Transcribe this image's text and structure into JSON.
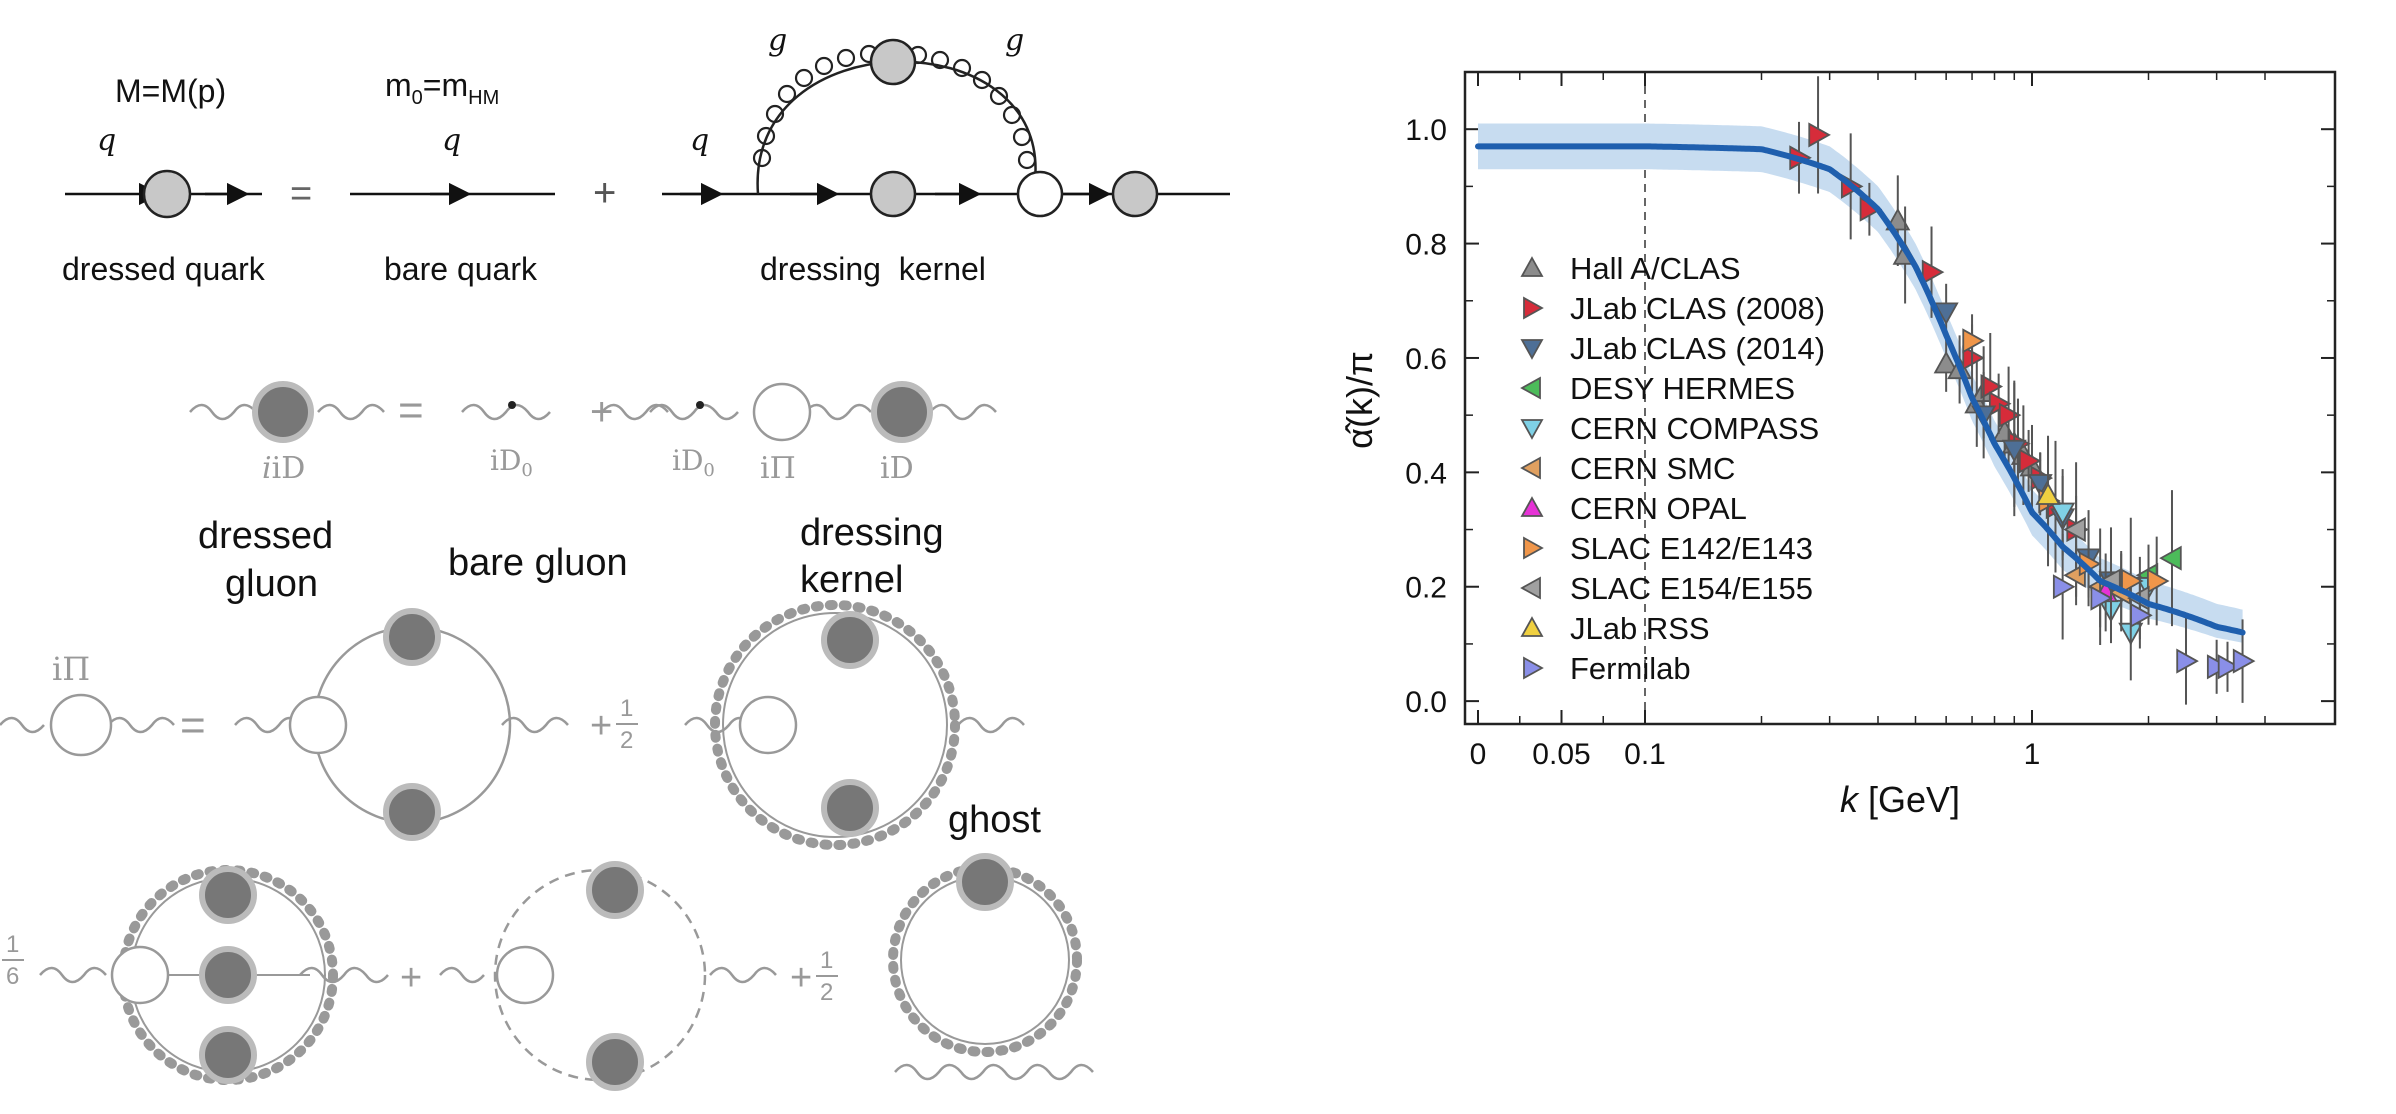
{
  "quark_eq": {
    "mass_left": "M=M(p)",
    "mass_mid_base": "m",
    "mass_mid_sub0": "0",
    "mass_mid_eq": "=m",
    "mass_mid_subHM": "HM",
    "momentum": "q",
    "gluon_label": "g",
    "equals": "=",
    "plus": "+",
    "dressed_label": "dressed quark",
    "bare_label": "bare quark",
    "kernel_label": "dressing  kernel"
  },
  "gluon_eq": {
    "sym_iD": "iD",
    "sym_iD0": "iD",
    "sub0": "0",
    "sym_iPi": "iΠ",
    "equals": "=",
    "plus": "+",
    "dressed_l1": "dressed",
    "dressed_l2": "gluon",
    "bare": "bare gluon",
    "kernel_l1": "dressing",
    "kernel_l2": "kernel"
  },
  "selfenergy_eq": {
    "sym_iPi": "iΠ",
    "equals": "=",
    "plus_half": "+",
    "half_num": "1",
    "half_den": "2",
    "ghost": "ghost",
    "sixth_num": "1",
    "sixth_den": "6",
    "plus": "+",
    "plus_half2": "+",
    "half2_num": "1",
    "half2_den": "2"
  },
  "chart_data": {
    "type": "scatter",
    "ylabel": "α̂(k)/π",
    "xlabel_k": "k",
    "xlabel_unit": "[GeV]",
    "x_ticks": [
      "0",
      "0.05",
      "0.1",
      "1"
    ],
    "y_ticks": [
      "0.0",
      "0.2",
      "0.4",
      "0.6",
      "0.8",
      "1.0"
    ],
    "ylim": [
      -0.04,
      1.1
    ],
    "legend_position": "left",
    "colors": {
      "curve": "#1f5fae",
      "band": "#c7dcf0"
    },
    "curve": {
      "x": [
        0,
        0.05,
        0.1,
        0.2,
        0.3,
        0.4,
        0.5,
        0.6,
        0.7,
        0.8,
        0.9,
        1.0,
        1.2,
        1.5,
        2.0,
        2.5,
        3.0,
        3.5
      ],
      "y": [
        0.97,
        0.97,
        0.97,
        0.965,
        0.93,
        0.86,
        0.76,
        0.64,
        0.53,
        0.45,
        0.39,
        0.33,
        0.27,
        0.21,
        0.17,
        0.15,
        0.13,
        0.12
      ]
    },
    "band_halfwidth": 0.04,
    "series": [
      {
        "name": "Hall A/CLAS",
        "marker": "tri-up",
        "color": "#8c8c8c",
        "points": [
          [
            0.45,
            0.84
          ],
          [
            0.47,
            0.78
          ],
          [
            0.6,
            0.59
          ],
          [
            0.65,
            0.58
          ],
          [
            0.72,
            0.52
          ],
          [
            0.75,
            0.54
          ],
          [
            0.85,
            0.47
          ],
          [
            0.9,
            0.45
          ],
          [
            0.95,
            0.43
          ],
          [
            1.0,
            0.41
          ]
        ]
      },
      {
        "name": "JLab CLAS (2008)",
        "marker": "tri-right",
        "color": "#d62c3a",
        "points": [
          [
            0.25,
            0.95
          ],
          [
            0.28,
            0.99
          ],
          [
            0.34,
            0.9
          ],
          [
            0.38,
            0.86
          ],
          [
            0.55,
            0.75
          ],
          [
            0.7,
            0.6
          ],
          [
            0.78,
            0.55
          ],
          [
            0.82,
            0.52
          ],
          [
            0.87,
            0.5
          ],
          [
            0.92,
            0.45
          ],
          [
            0.98,
            0.42
          ],
          [
            1.05,
            0.39
          ],
          [
            1.15,
            0.34
          ],
          [
            1.3,
            0.3
          ]
        ]
      },
      {
        "name": "JLab CLAS (2014)",
        "marker": "tri-down",
        "color": "#4e6f96",
        "points": [
          [
            0.6,
            0.68
          ],
          [
            0.75,
            0.5
          ],
          [
            0.9,
            0.44
          ],
          [
            1.05,
            0.38
          ],
          [
            1.2,
            0.32
          ],
          [
            1.4,
            0.25
          ],
          [
            1.6,
            0.21
          ]
        ]
      },
      {
        "name": "DESY HERMES",
        "marker": "tri-left",
        "color": "#4cbb5a",
        "points": [
          [
            1.7,
            0.2
          ],
          [
            2.0,
            0.22
          ],
          [
            2.3,
            0.25
          ]
        ]
      },
      {
        "name": "CERN COMPASS",
        "marker": "tri-down",
        "color": "#7fd1e6",
        "points": [
          [
            1.2,
            0.33
          ],
          [
            1.6,
            0.16
          ],
          [
            1.8,
            0.12
          ],
          [
            2.0,
            0.2
          ]
        ]
      },
      {
        "name": "CERN SMC",
        "marker": "tri-left",
        "color": "#e0a060",
        "points": [
          [
            1.3,
            0.22
          ],
          [
            1.5,
            0.2
          ],
          [
            1.7,
            0.19
          ]
        ]
      },
      {
        "name": "CERN OPAL",
        "marker": "tri-up",
        "color": "#e632d6",
        "points": [
          [
            1.55,
            0.19
          ]
        ]
      },
      {
        "name": "SLAC E142/E143",
        "marker": "tri-right",
        "color": "#f0964a",
        "points": [
          [
            0.7,
            0.63
          ],
          [
            1.1,
            0.35
          ],
          [
            1.4,
            0.24
          ],
          [
            1.8,
            0.21
          ],
          [
            2.1,
            0.21
          ]
        ]
      },
      {
        "name": "SLAC E154/E155",
        "marker": "tri-left",
        "color": "#a0a0a0",
        "points": [
          [
            1.3,
            0.3
          ],
          [
            1.6,
            0.21
          ],
          [
            1.9,
            0.18
          ]
        ]
      },
      {
        "name": "JLab RSS",
        "marker": "tri-up",
        "color": "#f0d040",
        "points": [
          [
            1.1,
            0.36
          ]
        ]
      },
      {
        "name": "Fermilab",
        "marker": "tri-right",
        "color": "#8a8fe8",
        "points": [
          [
            1.2,
            0.2
          ],
          [
            1.5,
            0.18
          ],
          [
            1.9,
            0.15
          ],
          [
            2.5,
            0.07
          ],
          [
            3.0,
            0.06
          ],
          [
            3.2,
            0.06
          ],
          [
            3.5,
            0.07
          ]
        ]
      }
    ]
  }
}
